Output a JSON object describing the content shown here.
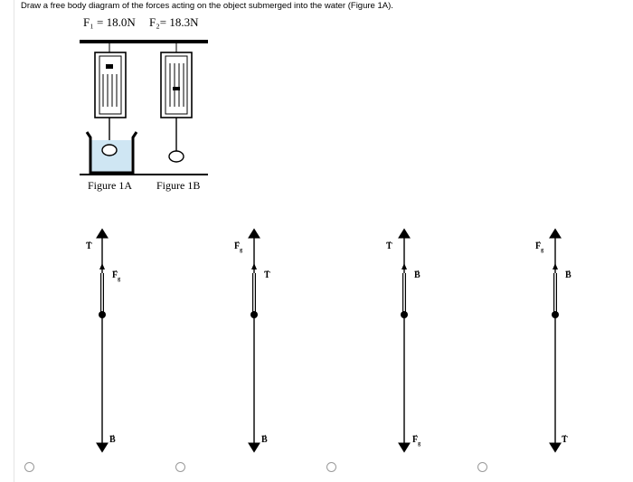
{
  "question": "Draw a free body diagram of the forces acting on the object submerged into the water (Figure 1A).",
  "figure": {
    "f1_label": "F₁ = 18.0N",
    "f2_label": "F₂= 18.3N",
    "fig1a_caption": "Figure 1A",
    "fig1b_caption": "Figure 1B"
  },
  "options": [
    {
      "top_left": "T",
      "upper_right": "Fg",
      "bottom": "B",
      "selected": false
    },
    {
      "top_left": "Fg",
      "upper_right": "T",
      "bottom": "B",
      "selected": false
    },
    {
      "top_left": "T",
      "upper_right": "B",
      "bottom": "Fg",
      "selected": false
    },
    {
      "top_left": "Fg",
      "upper_right": "B",
      "bottom": "T",
      "selected": false
    }
  ]
}
